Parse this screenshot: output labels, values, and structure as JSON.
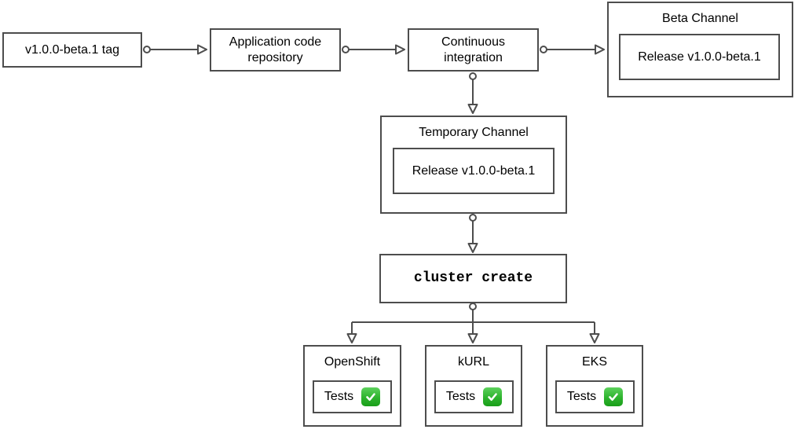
{
  "diagram": {
    "type": "flowchart",
    "colors": {
      "box_border": "#4d4d4d",
      "connector": "#4d4d4d",
      "box_fill": "#ffffff",
      "text": "#000000",
      "check_green_top": "#5dd15d",
      "check_green_bottom": "#1a9e1a",
      "check_mark": "#ffffff"
    },
    "nodes": {
      "tag": {
        "label": "v1.0.0-beta.1 tag"
      },
      "repo": {
        "label": "Application code repository"
      },
      "ci": {
        "label": "Continuous integration"
      },
      "beta_channel": {
        "title": "Beta Channel",
        "release_label": "Release v1.0.0-beta.1"
      },
      "temporary_channel": {
        "title": "Temporary Channel",
        "release_label": "Release v1.0.0-beta.1"
      },
      "cluster_create": {
        "label": "cluster create"
      },
      "openshift": {
        "title": "OpenShift",
        "tests_label": "Tests",
        "status_icon": "check-mark-icon"
      },
      "kurl": {
        "title": "kURL",
        "tests_label": "Tests",
        "status_icon": "check-mark-icon"
      },
      "eks": {
        "title": "EKS",
        "tests_label": "Tests",
        "status_icon": "check-mark-icon"
      }
    },
    "edges": [
      "tag -> repo",
      "repo -> ci",
      "ci -> beta_channel",
      "ci -> temporary_channel",
      "temporary_channel -> cluster_create",
      "cluster_create -> openshift",
      "cluster_create -> kurl",
      "cluster_create -> eks"
    ]
  }
}
